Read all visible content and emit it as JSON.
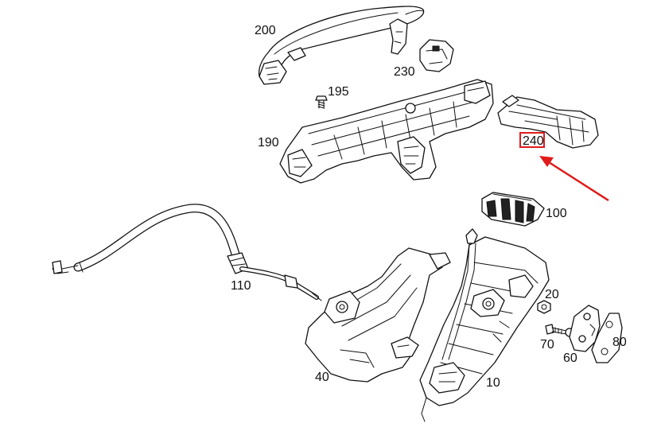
{
  "labels": {
    "p200": "200",
    "p230": "230",
    "p195": "195",
    "p190": "190",
    "p240": "240",
    "p100": "100",
    "p110": "110",
    "p20": "20",
    "p70": "70",
    "p80": "80",
    "p60": "60",
    "p40": "40",
    "p10": "10"
  },
  "highlight": {
    "part": "240",
    "color": "#e01b1b"
  }
}
